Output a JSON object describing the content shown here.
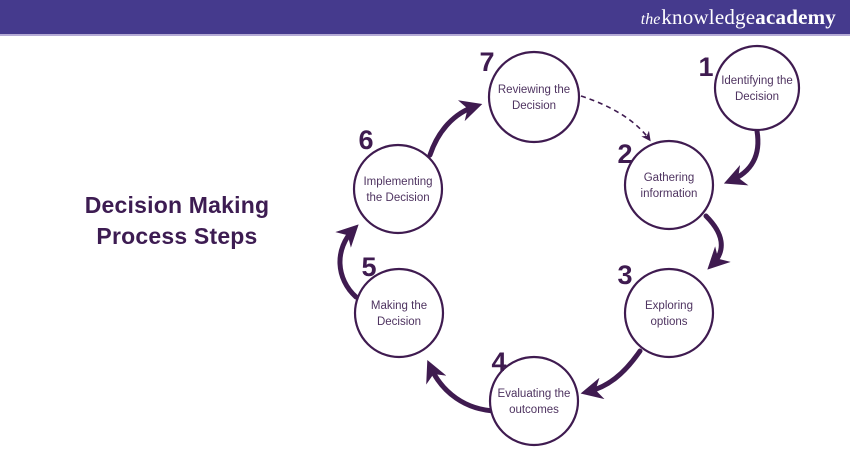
{
  "header": {
    "logo": {
      "the": "the",
      "knowledge": "knowledge",
      "academy": "academy"
    }
  },
  "title": {
    "line1": "Decision Making",
    "line2": "Process Steps"
  },
  "diagram_type": "circular-process",
  "steps": [
    {
      "number": "1",
      "line1": "Identifying the",
      "line2": "Decision"
    },
    {
      "number": "2",
      "line1": "Gathering",
      "line2": "information"
    },
    {
      "number": "3",
      "line1": "Exploring",
      "line2": "options"
    },
    {
      "number": "4",
      "line1": "Evaluating the",
      "line2": "outcomes"
    },
    {
      "number": "5",
      "line1": "Making the",
      "line2": "Decision"
    },
    {
      "number": "6",
      "line1": "Implementing",
      "line2": "the Decision"
    },
    {
      "number": "7",
      "line1": "Reviewing the",
      "line2": "Decision"
    }
  ],
  "flow": {
    "solid_arrows": [
      "1-2",
      "2-3",
      "3-4",
      "4-5",
      "5-6",
      "6-7"
    ],
    "dashed_arrow": "7-2"
  },
  "colors": {
    "header_bg": "#453a8d",
    "header_underline": "#b5abd6",
    "logo_text": "#ffffff",
    "title_text": "#3d1c52",
    "diagram_stroke": "#3f1b50",
    "number_text": "#3f1b50",
    "circle_label_text": "#4e3360",
    "circle_fill": "#ffffff"
  }
}
